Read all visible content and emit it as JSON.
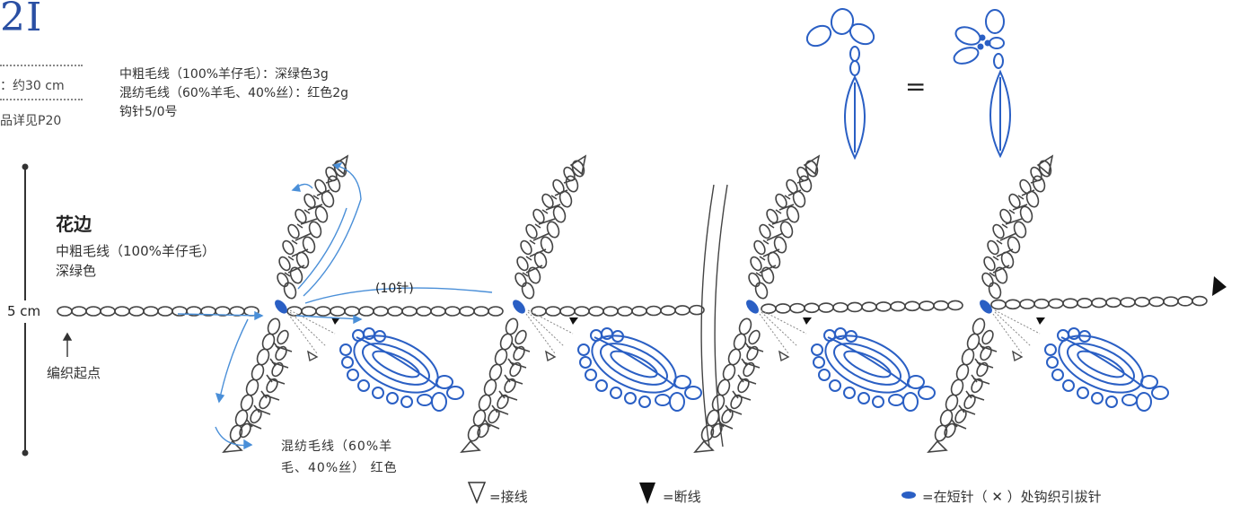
{
  "header": {
    "number": "2I",
    "size_label": "：约30 cm",
    "ref_label": "品详见P20"
  },
  "materials": [
    "中粗毛线（100%羊仔毛）：深绿色3g",
    "混纺毛线（60%羊毛、40%丝）：红色2g",
    "钩针5/0号"
  ],
  "section": {
    "title": "花边",
    "yarn_line1": "中粗毛线（100%羊仔毛）",
    "yarn_line2": "深绿色"
  },
  "labels": {
    "height": "5 cm",
    "start": "编织起点",
    "count": "(10针)",
    "red_yarn_line1": "混纺毛线（60%羊",
    "red_yarn_line2": "毛、40%丝）  红色",
    "equals": "="
  },
  "legend": {
    "join": "=接线",
    "cut": "=断线",
    "slip": "=在短针（ ✕ ）处钩织引拔针"
  },
  "colors": {
    "blue": "#2a5fc4",
    "ink": "#444444",
    "accent_arrow": "#4a8fd8"
  }
}
